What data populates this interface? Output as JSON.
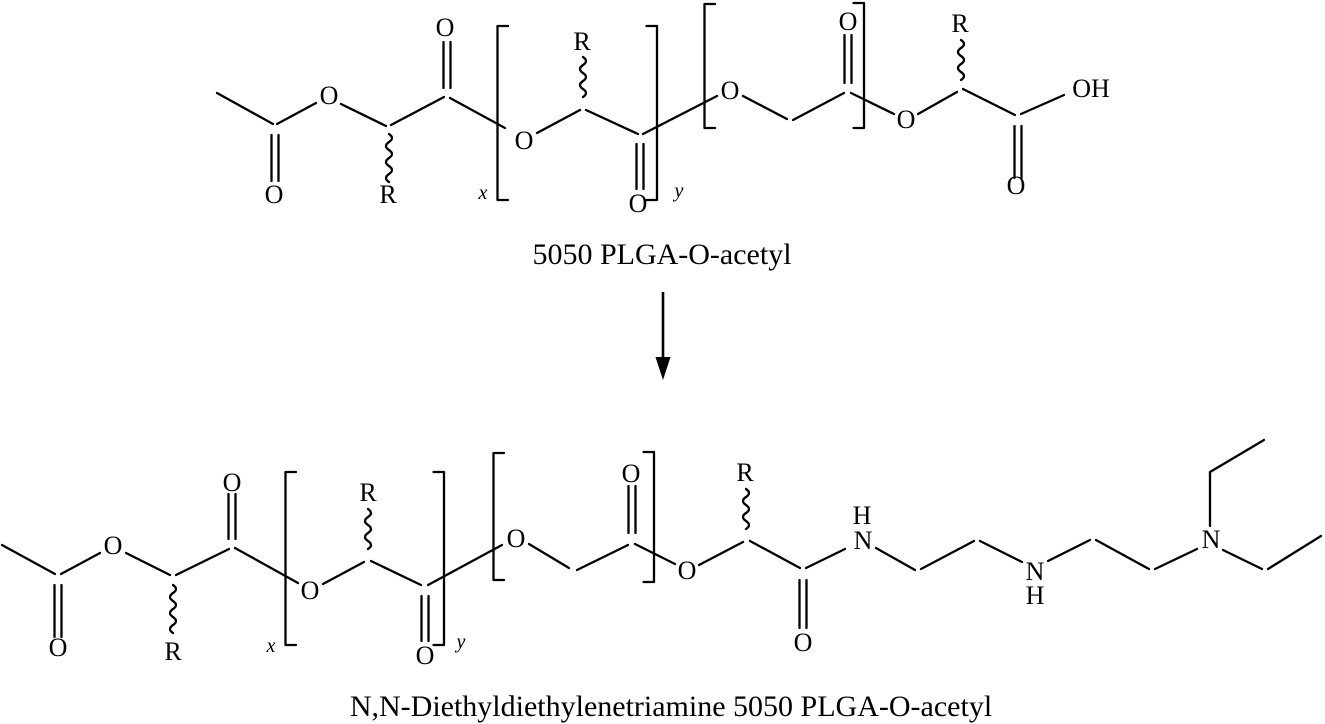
{
  "colors": {
    "ink": "#000000",
    "background": "#ffffff"
  },
  "arrow": {
    "direction": "down"
  },
  "top": {
    "caption": "5050 PLGA-O-acetyl",
    "atoms": [
      {
        "t": "O",
        "role": "acetyl-carbonyl-oxygen"
      },
      {
        "t": "O",
        "role": "acetyl-ester-oxygen"
      },
      {
        "t": "R",
        "role": "lactate-side-group"
      },
      {
        "t": "O",
        "role": "carbonyl-oxygen"
      },
      {
        "t": "x",
        "role": "lactide-repeat-subscript"
      },
      {
        "t": "O",
        "role": "ester-oxygen"
      },
      {
        "t": "R",
        "role": "lactate-side-group"
      },
      {
        "t": "O",
        "role": "carbonyl-oxygen"
      },
      {
        "t": "y",
        "role": "glycolide-repeat-subscript"
      },
      {
        "t": "O",
        "role": "ester-oxygen"
      },
      {
        "t": "O",
        "role": "carbonyl-oxygen"
      },
      {
        "t": "O",
        "role": "ester-oxygen"
      },
      {
        "t": "R",
        "role": "lactate-side-group"
      },
      {
        "t": "O",
        "role": "carboxyl-carbonyl-oxygen"
      },
      {
        "t": "OH",
        "role": "carboxylic-acid-hydroxyl"
      }
    ]
  },
  "bottom": {
    "caption": "N,N-Diethyldiethylenetriamine 5050 PLGA-O-acetyl",
    "atoms": [
      {
        "t": "O",
        "role": "acetyl-carbonyl-oxygen"
      },
      {
        "t": "O",
        "role": "acetyl-ester-oxygen"
      },
      {
        "t": "R",
        "role": "lactate-side-group"
      },
      {
        "t": "O",
        "role": "carbonyl-oxygen"
      },
      {
        "t": "x",
        "role": "lactide-repeat-subscript"
      },
      {
        "t": "O",
        "role": "ester-oxygen"
      },
      {
        "t": "R",
        "role": "lactate-side-group"
      },
      {
        "t": "O",
        "role": "carbonyl-oxygen"
      },
      {
        "t": "y",
        "role": "glycolide-repeat-subscript"
      },
      {
        "t": "O",
        "role": "ester-oxygen"
      },
      {
        "t": "O",
        "role": "carbonyl-oxygen"
      },
      {
        "t": "O",
        "role": "ester-oxygen"
      },
      {
        "t": "R",
        "role": "lactate-side-group"
      },
      {
        "t": "O",
        "role": "amide-carbonyl-oxygen"
      },
      {
        "t": "H",
        "role": "amide-hydrogen"
      },
      {
        "t": "N",
        "role": "amide-nitrogen"
      },
      {
        "t": "N",
        "role": "secondary-amine-nitrogen"
      },
      {
        "t": "H",
        "role": "secondary-amine-hydrogen"
      },
      {
        "t": "N",
        "role": "tertiary-amine-nitrogen"
      }
    ]
  }
}
